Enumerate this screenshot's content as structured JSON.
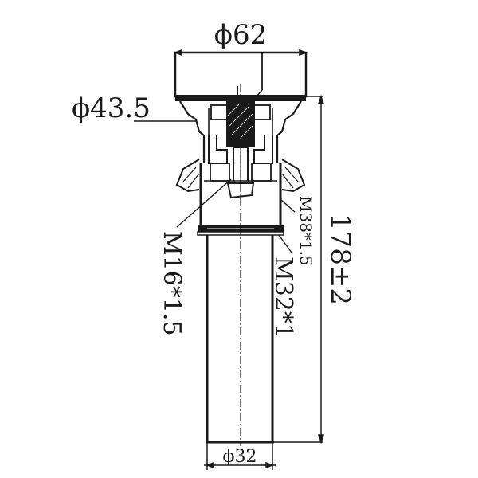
{
  "diagram": {
    "type": "technical-drawing",
    "subject": "pop-up drain assembly (side section)",
    "line_color": "#1a1a1a",
    "background": "#ffffff",
    "dimensions": {
      "top_diameter": "ϕ62",
      "flange_diameter": "ϕ43.5",
      "tube_diameter": "ϕ32",
      "overall_length": "178±2"
    },
    "thread_callouts": {
      "left": "M16*1.5",
      "right_upper": "M38*1.5",
      "right_lower": "M32*1"
    }
  }
}
